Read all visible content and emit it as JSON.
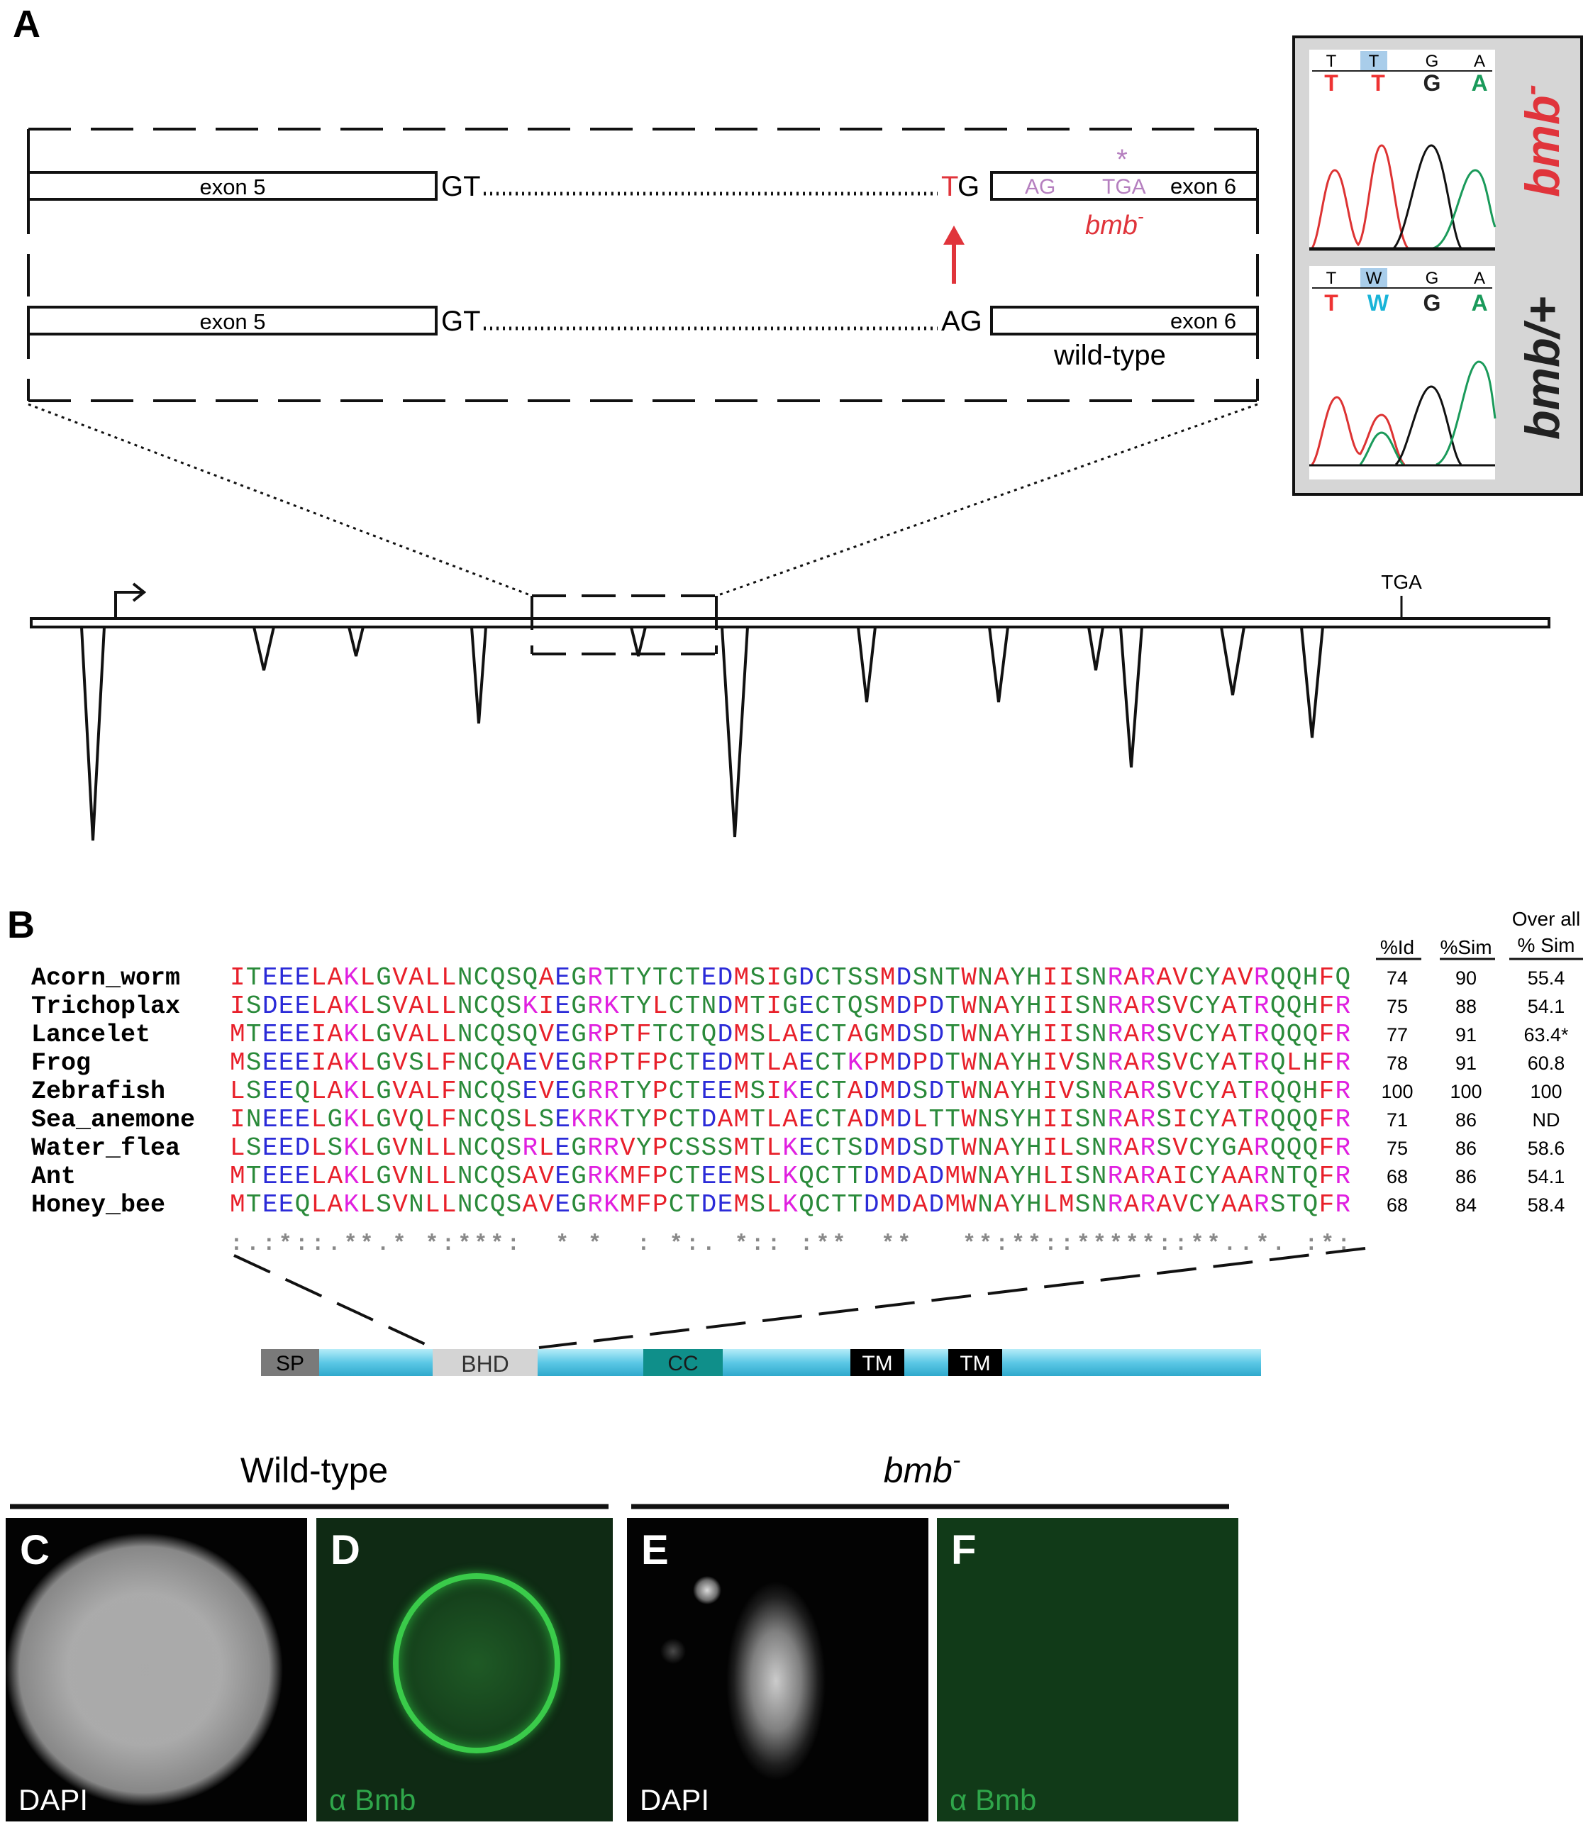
{
  "panels": {
    "a": "A",
    "b": "B",
    "c": "C",
    "d": "D",
    "e": "E",
    "f": "F"
  },
  "gene_zoom": {
    "mutant": {
      "exon_left": "exon 5",
      "splice_left": "GT",
      "splice_right_mut": "T",
      "splice_right_rest": "G",
      "ag": "AG",
      "tga": "TGA",
      "star": "*",
      "exon_right": "exon 6",
      "allele": "bmb",
      "allele_sup": "-"
    },
    "wildtype": {
      "exon_left": "exon 5",
      "splice_left": "GT",
      "splice_right": "AG",
      "exon_right": "exon 6",
      "caption": "wild-type"
    }
  },
  "chromatogram": {
    "mutant_bases": [
      "T",
      "T",
      "G",
      "A"
    ],
    "mutant_calls": [
      "T",
      "T",
      "G",
      "A"
    ],
    "het_bases": [
      "T",
      "W",
      "G",
      "A"
    ],
    "het_calls": [
      "T",
      "W",
      "G",
      "A"
    ],
    "mutant_label": "bmb",
    "mutant_label_sup": "-",
    "het_label": "bmb/+"
  },
  "gene_model": {
    "stop": "TGA"
  },
  "alignment": {
    "headers": {
      "id": "%Id",
      "sim": "%Sim",
      "overall_1": "Over all",
      "overall_2": "% Sim"
    },
    "rows": [
      {
        "name": "Acorn_worm",
        "seq": "ITEEELAKLGVALLNCQSQAEGRTTYTCTEDMSIGDCTSSMDSNTWNAYHIISNRARAVCYAVRQQHFQ",
        "id": "74",
        "sim": "90",
        "overall": "55.4"
      },
      {
        "name": "Trichoplax",
        "seq": "ISDEELAKLSVALLNCQSKIEGRKTYLCTNDMTIGECTQSMDPDTWNAYHIISNRARSVCYATRQQHFR",
        "id": "75",
        "sim": "88",
        "overall": "54.1"
      },
      {
        "name": "Lancelet",
        "seq": "MTEEEIAKLGVALLNCQSQVEGRPTFTCTQDMSLAECTAGMDSDTWNAYHIISNRARSVCYATRQQQFR",
        "id": "77",
        "sim": "91",
        "overall": "63.4*"
      },
      {
        "name": "Frog",
        "seq": "MSEEEIAKLGVSLFNCQAEVEGRPTFPCTEDMTLAECTKPMDPDTWNAYHIVSNRARSVCYATRQLHFR",
        "id": "78",
        "sim": "91",
        "overall": "60.8"
      },
      {
        "name": "Zebrafish",
        "seq": "LSEEQLAKLGVALFNCQSEVEGRRTYPCTEEMSIKECTADMDSDTWNAYHIVSNRARSVCYATRQQHFR",
        "id": "100",
        "sim": "100",
        "overall": "100"
      },
      {
        "name": "Sea_anemone",
        "seq": "INEEELGKLGVQLFNCQSLSEKRKTYPCTDAMTLAECTADMDLTTWNSYHIISNRARSICYATRQQQFR",
        "id": "71",
        "sim": "86",
        "overall": "ND"
      },
      {
        "name": "Water_flea",
        "seq": "LSEEDLSKLGVNLLNCQSRLEGRRVYPCSSSMTLKECTSDMDSDTWNAYHILSNRARSVCYGARQQQFR",
        "id": "75",
        "sim": "86",
        "overall": "58.6"
      },
      {
        "name": "Ant",
        "seq": "MTEEELAKLGVNLLNCQSAVEGRKMFPCTEEMSLKQCTTDMDADMWNAYHLISNRARAICYAARNTQFR",
        "id": "68",
        "sim": "86",
        "overall": "54.1"
      },
      {
        "name": "Honey_bee",
        "seq": "MTEEQLAKLSVNLLNCQSAVEGRKMFPCTDEMSLKQCTTDMDADMWNAYHLMSNRARAVCYAARSTQFR",
        "id": "68",
        "sim": "84",
        "overall": "58.4"
      }
    ],
    "consensus": ":.:*::.**.* *:***:  * *  : *:. *:: :**  **   **:**::*****::**..*. :*:"
  },
  "domains": [
    "SP",
    "BHD",
    "CC",
    "TM",
    "TM"
  ],
  "microscopy": {
    "wt_title": "Wild-type",
    "mut_title": "bmb",
    "mut_title_sup": "-",
    "dapi": "DAPI",
    "alpha": "α",
    "bmb": "Bmb"
  },
  "colors": {
    "mutant_red": "#e0343b",
    "mauve": "#b57fbf",
    "dapi_green": "#2fa64a",
    "domain_blue": "#5fc9e6",
    "residue_red": "#e8202a",
    "residue_blue": "#2b2bd8",
    "residue_magenta": "#e020e0",
    "residue_green": "#2a8a3a"
  }
}
